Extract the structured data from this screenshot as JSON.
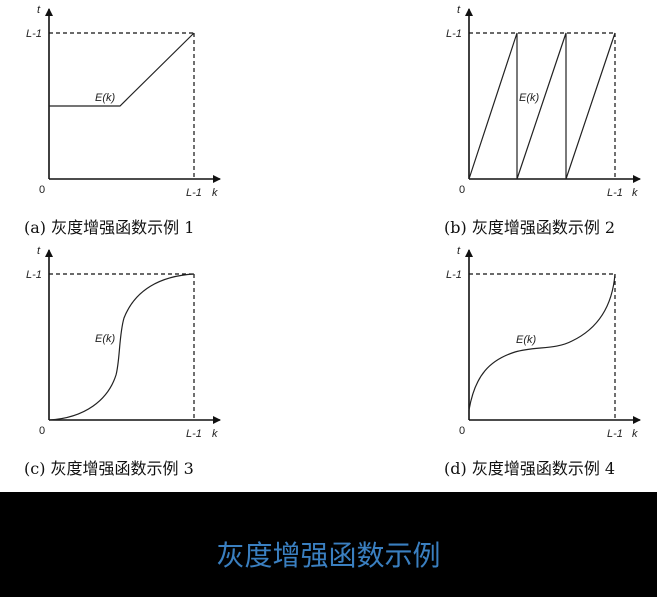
{
  "banner": {
    "title": "灰度增强函数示例",
    "title_color": "#3a7fc0",
    "background": "#000000"
  },
  "panels": [
    {
      "id": "a",
      "caption": "(a)  灰度增强函数示例 1",
      "curve_label": "E(k)",
      "y_axis_label": "t",
      "x_axis_label": "k",
      "origin_label": "0",
      "y_max_label": "L-1",
      "x_max_label": "L-1"
    },
    {
      "id": "b",
      "caption": "(b)  灰度增强函数示例 2",
      "curve_label": "E(k)",
      "y_axis_label": "t",
      "x_axis_label": "k",
      "origin_label": "0",
      "y_max_label": "L-1",
      "x_max_label": "L-1"
    },
    {
      "id": "c",
      "caption": "(c)  灰度增强函数示例 3",
      "curve_label": "E(k)",
      "y_axis_label": "t",
      "x_axis_label": "k",
      "origin_label": "0",
      "y_max_label": "L-1",
      "x_max_label": "L-1"
    },
    {
      "id": "d",
      "caption": "(d)  灰度增强函数示例 4",
      "curve_label": "E(k)",
      "y_axis_label": "t",
      "x_axis_label": "k",
      "origin_label": "0",
      "y_max_label": "L-1",
      "x_max_label": "L-1"
    }
  ],
  "chart_data": [
    {
      "type": "line",
      "title": "(a) 灰度增强函数示例 1",
      "xlabel": "k",
      "ylabel": "t",
      "xlim": [
        0,
        "L-1"
      ],
      "ylim": [
        0,
        "L-1"
      ],
      "description": "Constant at ~0.5(L-1) for k in [0, ~0.49(L-1)], then linear rising to (L-1, L-1)",
      "x": [
        0,
        0.49,
        1.0
      ],
      "y": [
        0.5,
        0.5,
        1.0
      ],
      "units": "fraction of L-1"
    },
    {
      "type": "line",
      "title": "(b) 灰度增强函数示例 2",
      "xlabel": "k",
      "ylabel": "t",
      "xlim": [
        0,
        "L-1"
      ],
      "ylim": [
        0,
        "L-1"
      ],
      "description": "Sawtooth with 3 ramps from 0 to L-1, resetting at k=(L-1)/3 and 2(L-1)/3",
      "x": [
        0,
        0.333,
        0.333,
        0.667,
        0.667,
        1.0
      ],
      "y": [
        0,
        1.0,
        0,
        1.0,
        0,
        1.0
      ],
      "units": "fraction of L-1"
    },
    {
      "type": "line",
      "title": "(c) 灰度增强函数示例 3",
      "xlabel": "k",
      "ylabel": "t",
      "xlim": [
        0,
        "L-1"
      ],
      "ylim": [
        0,
        "L-1"
      ],
      "description": "S-shaped curve: slow rise, steep in middle, flattening near L-1",
      "x": [
        0,
        0.1,
        0.25,
        0.4,
        0.47,
        0.5,
        0.53,
        0.6,
        0.75,
        0.9,
        1.0
      ],
      "y": [
        0,
        0.02,
        0.1,
        0.25,
        0.4,
        0.5,
        0.65,
        0.78,
        0.92,
        0.99,
        1.0
      ],
      "units": "fraction of L-1"
    },
    {
      "type": "line",
      "title": "(d) 灰度增强函数示例 4",
      "xlabel": "k",
      "ylabel": "t",
      "xlim": [
        0,
        "L-1"
      ],
      "ylim": [
        0,
        "L-1"
      ],
      "description": "Inverse S-shaped curve: steep rise from ~0.07, flat plateau near 0.5(L-1), steep rise to L-1",
      "x": [
        0,
        0.05,
        0.15,
        0.3,
        0.5,
        0.7,
        0.85,
        0.95,
        1.0
      ],
      "y": [
        0.07,
        0.25,
        0.4,
        0.48,
        0.52,
        0.58,
        0.7,
        0.85,
        1.0
      ],
      "units": "fraction of L-1"
    }
  ]
}
